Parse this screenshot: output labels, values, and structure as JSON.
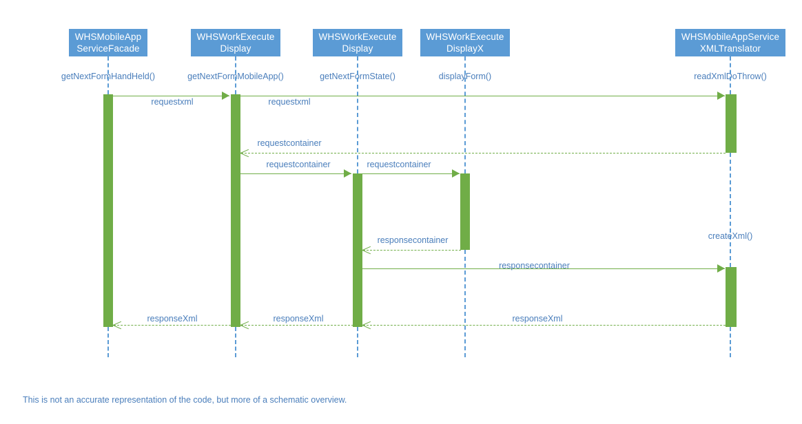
{
  "diagram": {
    "title": "Sequence diagram",
    "colors": {
      "header_blue": "#5b9bd5",
      "activation_green": "#70ad47",
      "label_blue": "#4a7ebb",
      "background": "#ffffff"
    },
    "caption": "This is not an accurate representation of the code, but more of a schematic overview."
  },
  "lifelines": [
    {
      "id": "facade",
      "name_line1": "WHSMobileApp",
      "name_line2": "ServiceFacade",
      "operation": "getNextFormHandHeld()"
    },
    {
      "id": "display1",
      "name_line1": "WHSWorkExecute",
      "name_line2": "Display",
      "operation": "getNextFormMobileApp()"
    },
    {
      "id": "display2",
      "name_line1": "WHSWorkExecute",
      "name_line2": "Display",
      "operation": "getNextFormState()"
    },
    {
      "id": "displayx",
      "name_line1": "WHSWorkExecute",
      "name_line2": "DisplayX",
      "operation": "displayForm()"
    },
    {
      "id": "translator",
      "name_line1": "WHSMobileAppService",
      "name_line2": "XMLTranslator",
      "operation": "readXmlDoThrow()"
    }
  ],
  "self_labels": [
    {
      "id": "createxml",
      "text": "createXml()"
    }
  ],
  "messages": [
    {
      "id": "m1",
      "label": "requestxml",
      "from": "facade",
      "to": "display1",
      "kind": "call"
    },
    {
      "id": "m2",
      "label": "requestxml",
      "from": "display1",
      "to": "translator",
      "kind": "call"
    },
    {
      "id": "m3",
      "label": "requestcontainer",
      "from": "translator",
      "to": "display1",
      "kind": "return"
    },
    {
      "id": "m4",
      "label": "requestcontainer",
      "from": "display1",
      "to": "display2",
      "kind": "call"
    },
    {
      "id": "m5",
      "label": "requestcontainer",
      "from": "display2",
      "to": "displayx",
      "kind": "call"
    },
    {
      "id": "m6",
      "label": "responsecontainer",
      "from": "displayx",
      "to": "display2",
      "kind": "return"
    },
    {
      "id": "m7",
      "label": "responsecontainer",
      "from": "display2",
      "to": "translator",
      "kind": "call"
    },
    {
      "id": "m8",
      "label": "responseXml",
      "from": "translator",
      "to": "display2",
      "kind": "return"
    },
    {
      "id": "m9",
      "label": "responseXml",
      "from": "display2",
      "to": "display1",
      "kind": "return"
    },
    {
      "id": "m10",
      "label": "responseXml",
      "from": "display1",
      "to": "facade",
      "kind": "return"
    }
  ]
}
